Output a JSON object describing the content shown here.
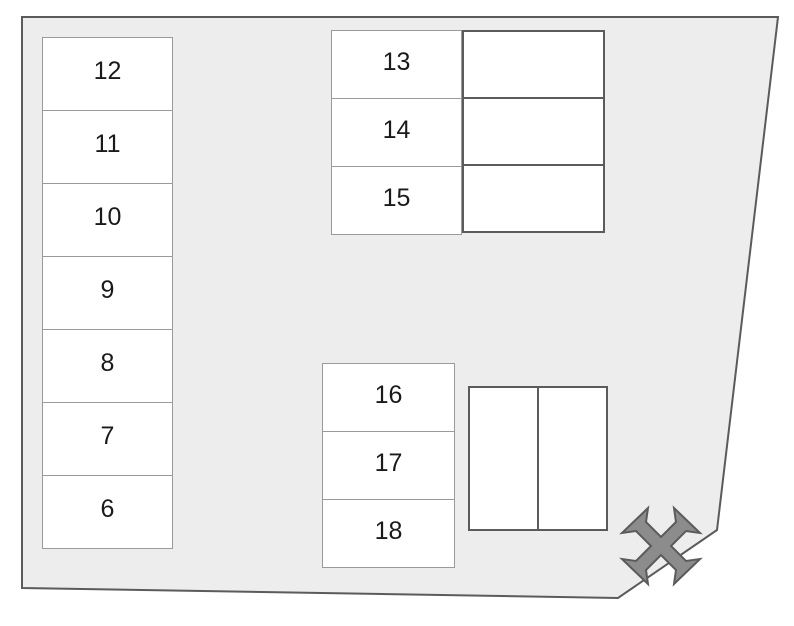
{
  "diagram": {
    "title": "floor-plan-layout",
    "background_color": "#ededed",
    "boundary_border_color": "#5b5b5b",
    "cell_fill_color": "#ffffff",
    "cell_border_light": "#9a9a9a",
    "cell_border_dark": "#5b5b5b",
    "label_color": "#1a1a1a"
  },
  "groups": {
    "left_stack": {
      "name": "left-seat-stack",
      "cells": [
        {
          "label": "12"
        },
        {
          "label": "11"
        },
        {
          "label": "10"
        },
        {
          "label": "9"
        },
        {
          "label": "8"
        },
        {
          "label": "7"
        },
        {
          "label": "6"
        }
      ]
    },
    "upper_group": {
      "name": "upper-table-group",
      "label_cells": [
        {
          "label": "13"
        },
        {
          "label": "14"
        },
        {
          "label": "15"
        }
      ],
      "blank_cells": [
        {
          "label": ""
        },
        {
          "label": ""
        },
        {
          "label": ""
        }
      ]
    },
    "lower_stack": {
      "name": "lower-seat-stack",
      "cells": [
        {
          "label": "16"
        },
        {
          "label": "17"
        },
        {
          "label": "18"
        }
      ]
    },
    "lower_pair": {
      "name": "lower-blank-pair",
      "cells": [
        {
          "label": ""
        },
        {
          "label": ""
        }
      ]
    }
  },
  "arrow": {
    "name": "resize-handle-arrow",
    "fill_color": "#8c8c8c",
    "stroke_color": "#5b5b5b",
    "direction": "diagonal-double-headed"
  }
}
